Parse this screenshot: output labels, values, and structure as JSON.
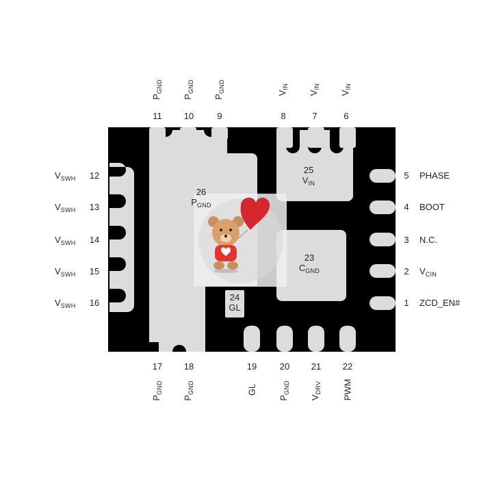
{
  "diagram": {
    "body_color": "#000000",
    "pad_color": "#dcdcdc",
    "top_pins": [
      {
        "num": "11",
        "name": "P",
        "sub": "GND"
      },
      {
        "num": "10",
        "name": "P",
        "sub": "GND"
      },
      {
        "num": "9",
        "name": "P",
        "sub": "GND"
      },
      {
        "num": "8",
        "name": "V",
        "sub": "IN"
      },
      {
        "num": "7",
        "name": "V",
        "sub": "IN"
      },
      {
        "num": "6",
        "name": "V",
        "sub": "IN"
      }
    ],
    "bottom_pins": [
      {
        "num": "17",
        "name": "P",
        "sub": "GND"
      },
      {
        "num": "18",
        "name": "P",
        "sub": "GND"
      },
      {
        "num": "19",
        "name": "GL",
        "sub": ""
      },
      {
        "num": "20",
        "name": "P",
        "sub": "GND"
      },
      {
        "num": "21",
        "name": "V",
        "sub": "DRV"
      },
      {
        "num": "22",
        "name": "PWM",
        "sub": ""
      }
    ],
    "left_pins": [
      {
        "num": "12",
        "name": "V",
        "sub": "SWH"
      },
      {
        "num": "13",
        "name": "V",
        "sub": "SWH"
      },
      {
        "num": "14",
        "name": "V",
        "sub": "SWH"
      },
      {
        "num": "15",
        "name": "V",
        "sub": "SWH"
      },
      {
        "num": "16",
        "name": "V",
        "sub": "SWH"
      }
    ],
    "right_pins": [
      {
        "num": "5",
        "name": "PHASE",
        "sub": ""
      },
      {
        "num": "4",
        "name": "BOOT",
        "sub": ""
      },
      {
        "num": "3",
        "name": "N.C.",
        "sub": ""
      },
      {
        "num": "2",
        "name": "V",
        "sub": "CIN"
      },
      {
        "num": "1",
        "name": "ZCD_EN#",
        "sub": ""
      }
    ],
    "center_pads": [
      {
        "num": "25",
        "name": "V",
        "sub": "IN"
      },
      {
        "num": "26",
        "name": "P",
        "sub": "GND"
      },
      {
        "num": "23",
        "name": "C",
        "sub": "GND"
      },
      {
        "num": "24",
        "name": "GL",
        "sub": ""
      }
    ],
    "sticker": {
      "name": "teddy-bear-with-heart-balloon"
    }
  }
}
